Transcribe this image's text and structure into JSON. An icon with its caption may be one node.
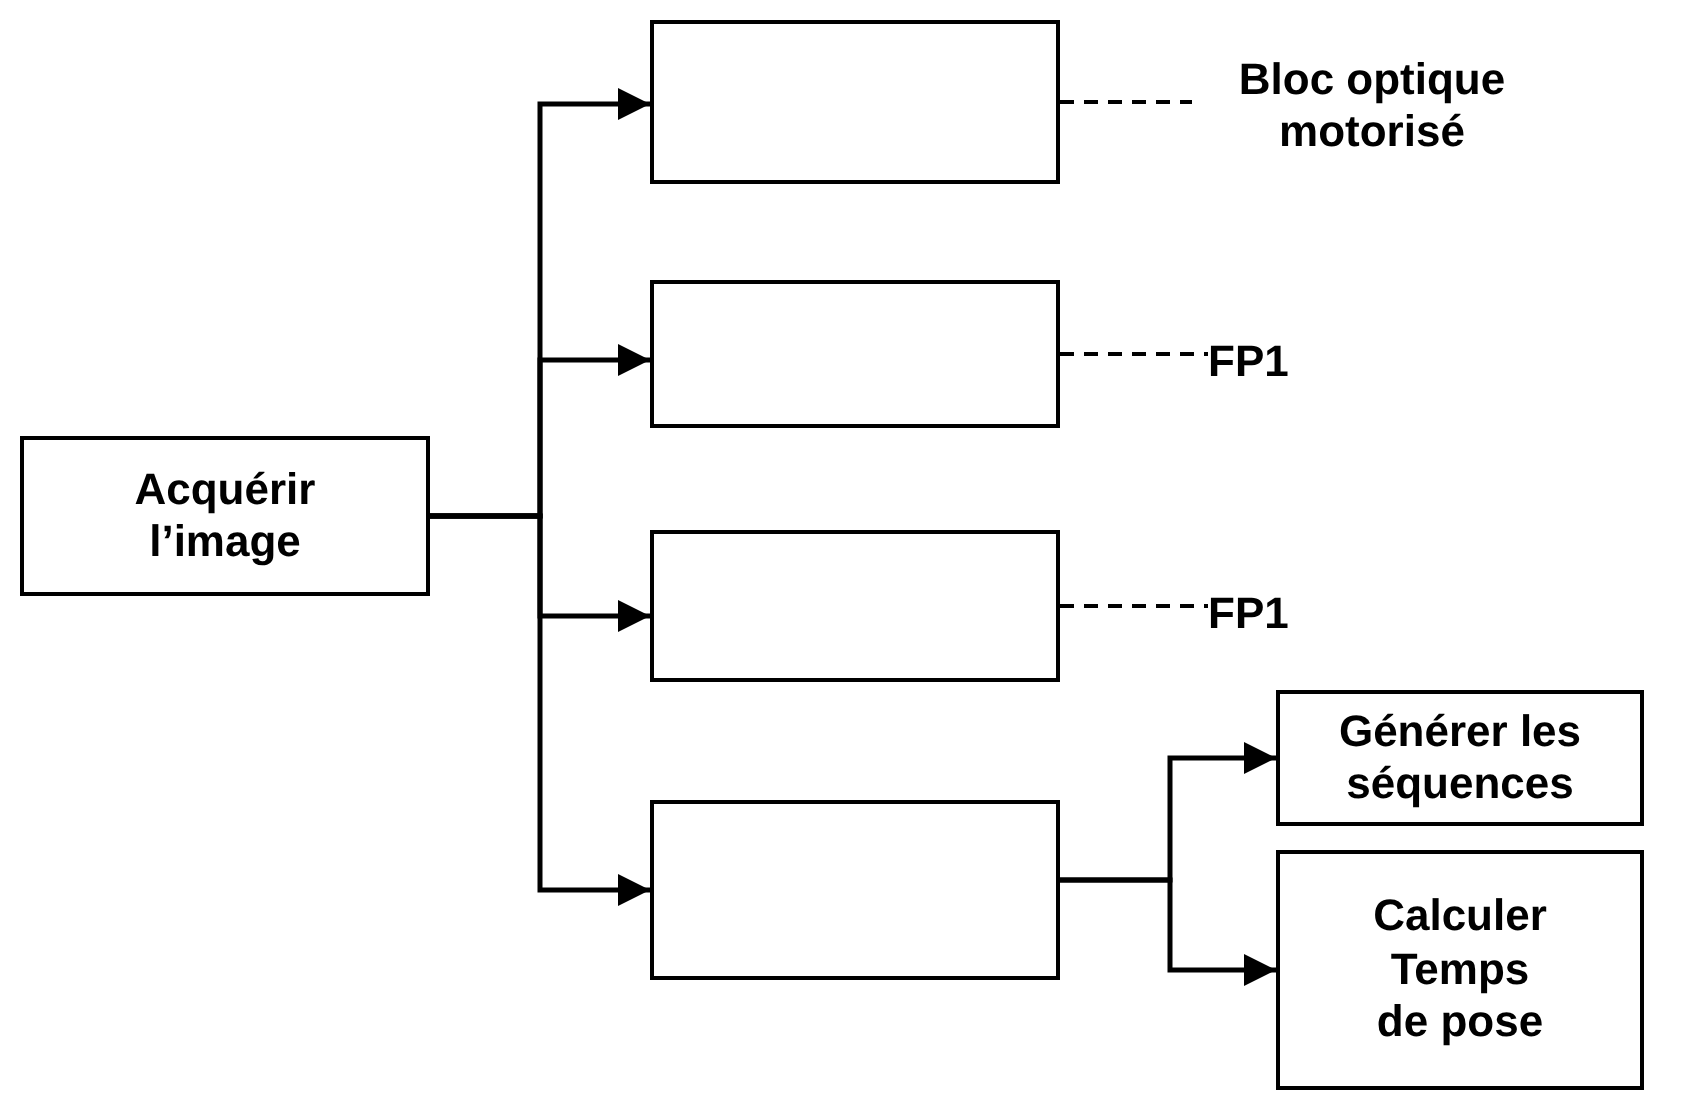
{
  "diagram": {
    "nodes": [
      {
        "text": [
          "Acquérir l’image"
        ]
      },
      {
        "text": [],
        "shape": "box"
      },
      {
        "text": [
          "Bloc optique motorisé"
        ]
      },
      {
        "text": [],
        "shape": "box"
      },
      {
        "text": [
          "FP1"
        ]
      },
      {
        "text": [],
        "shape": "box"
      },
      {
        "text": [
          "FP1"
        ]
      },
      {
        "text": [],
        "shape": "box"
      },
      {
        "text": [
          "Générer les séquences"
        ]
      },
      {
        "text": [
          "Calculer Temps de pose"
        ]
      }
    ],
    "edges": [
      {
        "from": 0,
        "to": 1,
        "arrow": "to"
      },
      {
        "from": 0,
        "to": 3,
        "arrow": "to"
      },
      {
        "from": 0,
        "to": 5,
        "arrow": "to"
      },
      {
        "from": 0,
        "to": 7,
        "arrow": "to"
      },
      {
        "from": 1,
        "to": 2,
        "arrow": "none",
        "style": "dashed"
      },
      {
        "from": 3,
        "to": 4,
        "arrow": "none",
        "style": "dashed"
      },
      {
        "from": 5,
        "to": 6,
        "arrow": "none",
        "style": "dashed"
      },
      {
        "from": 7,
        "to": 8,
        "arrow": "to"
      },
      {
        "from": 7,
        "to": 9,
        "arrow": "to"
      }
    ]
  }
}
